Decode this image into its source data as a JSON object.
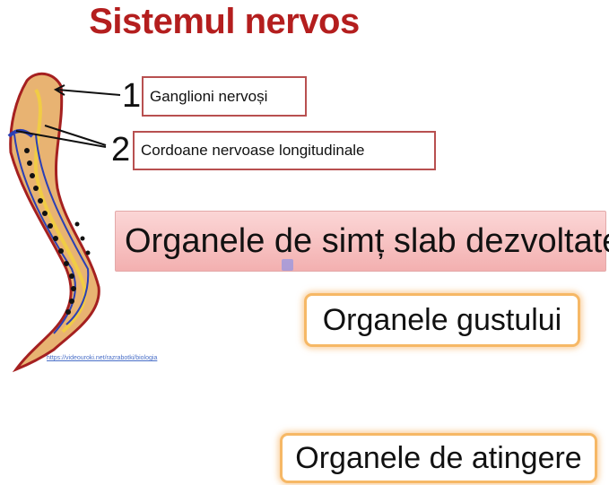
{
  "title": "Sistemul nervos",
  "colors": {
    "title": "#b41e1e",
    "label_border": "#b85050",
    "pill_glow": "#f6b866"
  },
  "labels": [
    {
      "number": "1",
      "text": "Ganglioni nervoși"
    },
    {
      "number": "2",
      "text": "Cordoane nervoase longitudinale"
    }
  ],
  "banner_text": "Organele de simț slab dezvoltate.",
  "organ_pills": [
    "Organele gustului",
    "Organele de atingere"
  ],
  "source_link": "https://videouroki.net/razrabotki/biologia"
}
